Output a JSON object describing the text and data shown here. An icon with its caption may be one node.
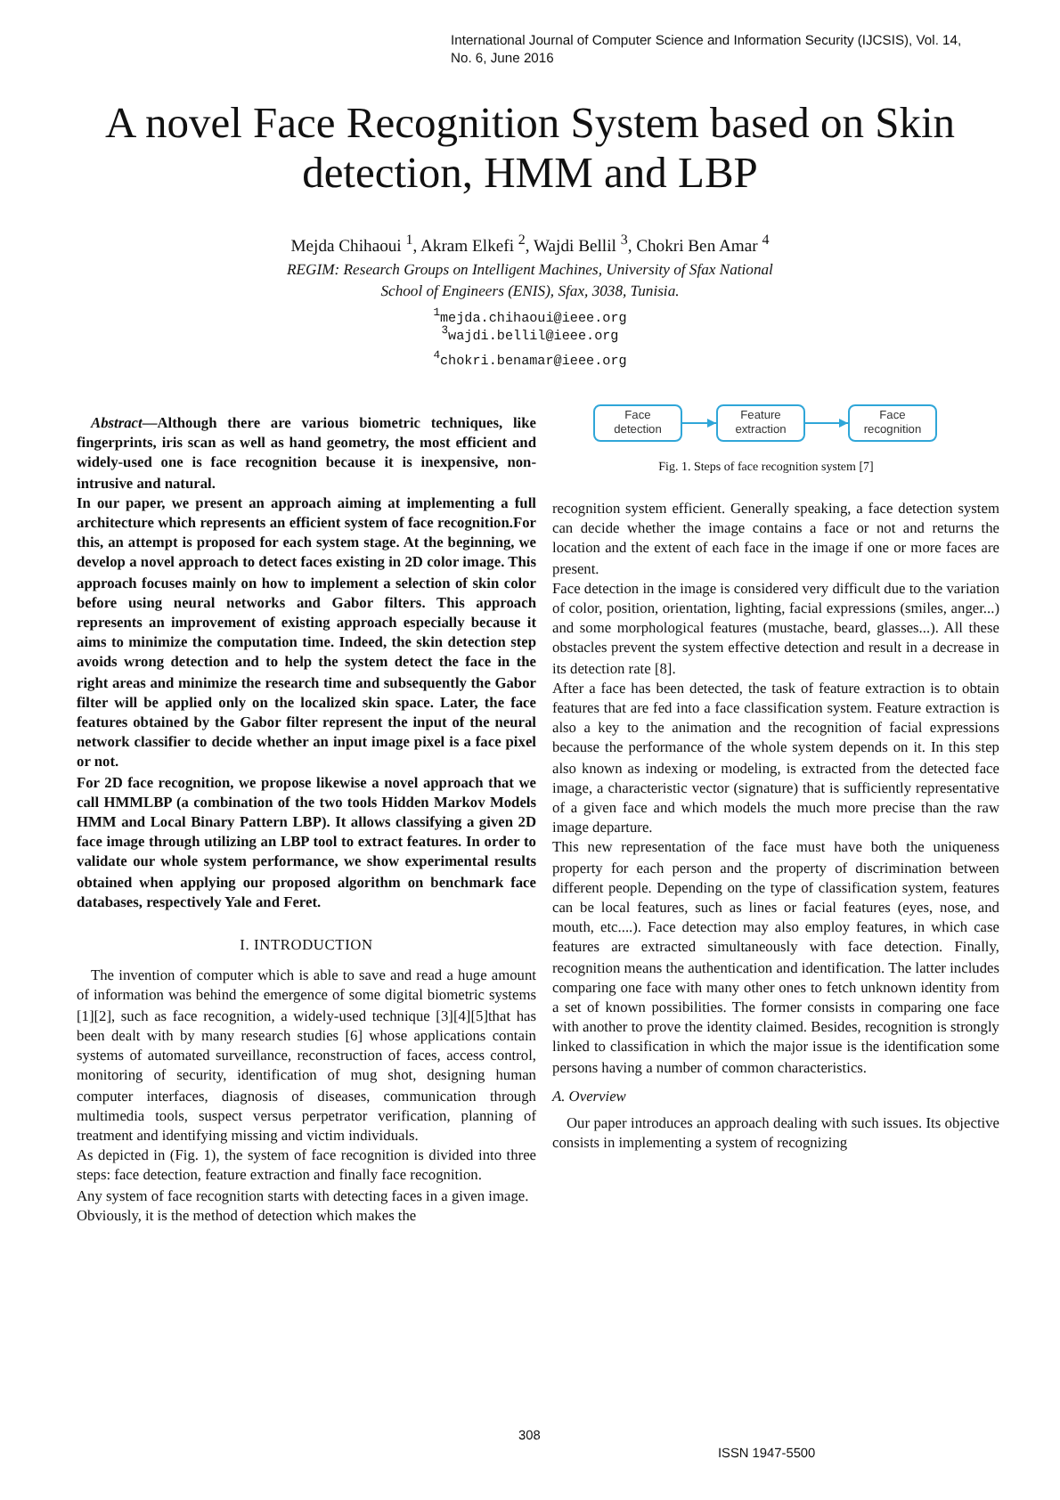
{
  "diagram": {
    "title": "A novel Face Recognition System based on Skin detection, HMM and LBP",
    "caption": "Fig. 1. Steps of face recognition system [7]",
    "nodes": [
      {
        "text": [
          "Face detection"
        ]
      },
      {
        "text": [
          "Feature extraction"
        ]
      },
      {
        "text": [
          "Face recognition"
        ]
      }
    ],
    "edges": [
      {
        "from": 0,
        "to": 1,
        "arrow": "to"
      },
      {
        "from": 1,
        "to": 2,
        "arrow": "to"
      }
    ],
    "labels": [
      "International Journal of Computer Science and Information Security (IJCSIS), Vol. 14, No. 6, June 2016",
      "Mejda Chihaoui $^{1}$, Akram Elkefi $^{2}$, Wajdi Bellil $^{3}$, Chokri Ben Amar $^{4}$",
      "REGIM: Research Groups on Intelligent Machines, University of Sfax National School of Engineers (ENIS), Sfax, 3038, Tunisia.",
      "$^{1}$mejda.chihaoui@ieee.org",
      "$^{3}$wajdi.bellil@ieee.org",
      "$^{4}$chokri.benamar@ieee.org",
      "*Abstract*—Although there are various biometric techniques, like fingerprints, iris scan as well as hand geometry, the most efficient and widely-used one is face recognition because it is inexpensive, non-intrusive and natural.",
      "In our paper, we present an approach aiming at implementing a full architecture which represents an efficient system of face recognition.For this, an attempt is proposed for each system stage. At the beginning, we develop a novel approach to detect faces existing in 2D color image. This approach focuses mainly on how to implement a selection of skin color before using neural networks and Gabor filters. This approach represents an improvement of existing approach especially because it aims to minimize the computation time. Indeed, the skin detection step avoids wrong detection and to help the system detect the face in the right areas and minimize the research time and subsequently the Gabor filter will be applied only on the localized skin space. Later, the face features obtained by the Gabor filter represent the input of the neural network classifier to decide whether an input image pixel is a face pixel or not.",
      "For 2D face recognition, we propose likewise a novel approach that we call HMMLBP (a combination of the two tools Hidden Markov Models HMM and Local Binary Pattern LBP). It allows classifying a given 2D face image through utilizing an LBP tool to extract features. In order to validate our whole system performance, we show experimental results obtained when applying our proposed algorithm on benchmark face databases, respectively Yale and Feret.",
      "I. INTRODUCTION",
      "The invention of computer which is able to save and read a huge amount of information was behind the emergence of some digital biometric systems [1][2], such as face recognition, a widely-used technique [3][4][5]that has been dealt with by many research studies [6] whose applications contain systems of automated surveillance, reconstruction of faces, access control, monitoring of security, identification of mug shot, designing human computer interfaces, diagnosis of diseases, communication through multimedia tools, suspect versus perpetrator verification, planning of treatment and identifying missing and victim individuals.",
      "As depicted in (Fig. 1), the system of face recognition is divided into three steps: face detection, feature extraction and finally face recognition.",
      "Any system of face recognition starts with detecting faces in a given image.",
      "Obviously, it is the method of detection which makes the",
      "recognition system efficient. Generally speaking, a face detection system can decide whether the image contains a face or not and returns the location and the extent of each face in the image if one or more faces are present.",
      "Face detection in the image is considered very difficult due to the variation of color, position, orientation, lighting, facial expressions (smiles, anger...) and some morphological features (mustache, beard, glasses...). All these obstacles prevent the system effective detection and result in a decrease in its detection rate [8].",
      "After a face has been detected, the task of feature extraction is to obtain features that are fed into a face classification system. Feature extraction is also a key to the animation and the recognition of facial expressions because the performance of the whole system depends on it. In this step also known as indexing or modeling, is extracted from the detected face image, a characteristic vector (signature) that is sufficiently representative of a given face and which models the much more precise than the raw image departure.",
      "This new representation of the face must have both the uniqueness property for each person and the property of discrimination between different people. Depending on the type of classification system, features can be local features, such as lines or facial features (eyes, nose, and mouth, etc....). Face detection may also employ features, in which case features are extracted simultaneously with face detection. Finally, recognition means the authentication and identification. The latter includes comparing one face with many other ones to fetch unknown identity from a set of known possibilities. The former consists in comparing one face with another to prove the identity claimed. Besides, recognition is strongly linked to classification in which the major issue is the identification some persons having a number of common characteristics.",
      "A. Overview",
      "Our paper introduces an approach dealing with such issues. Its objective consists in implementing a system of recognizing",
      "308",
      "ISSN 1947-5500"
    ]
  }
}
